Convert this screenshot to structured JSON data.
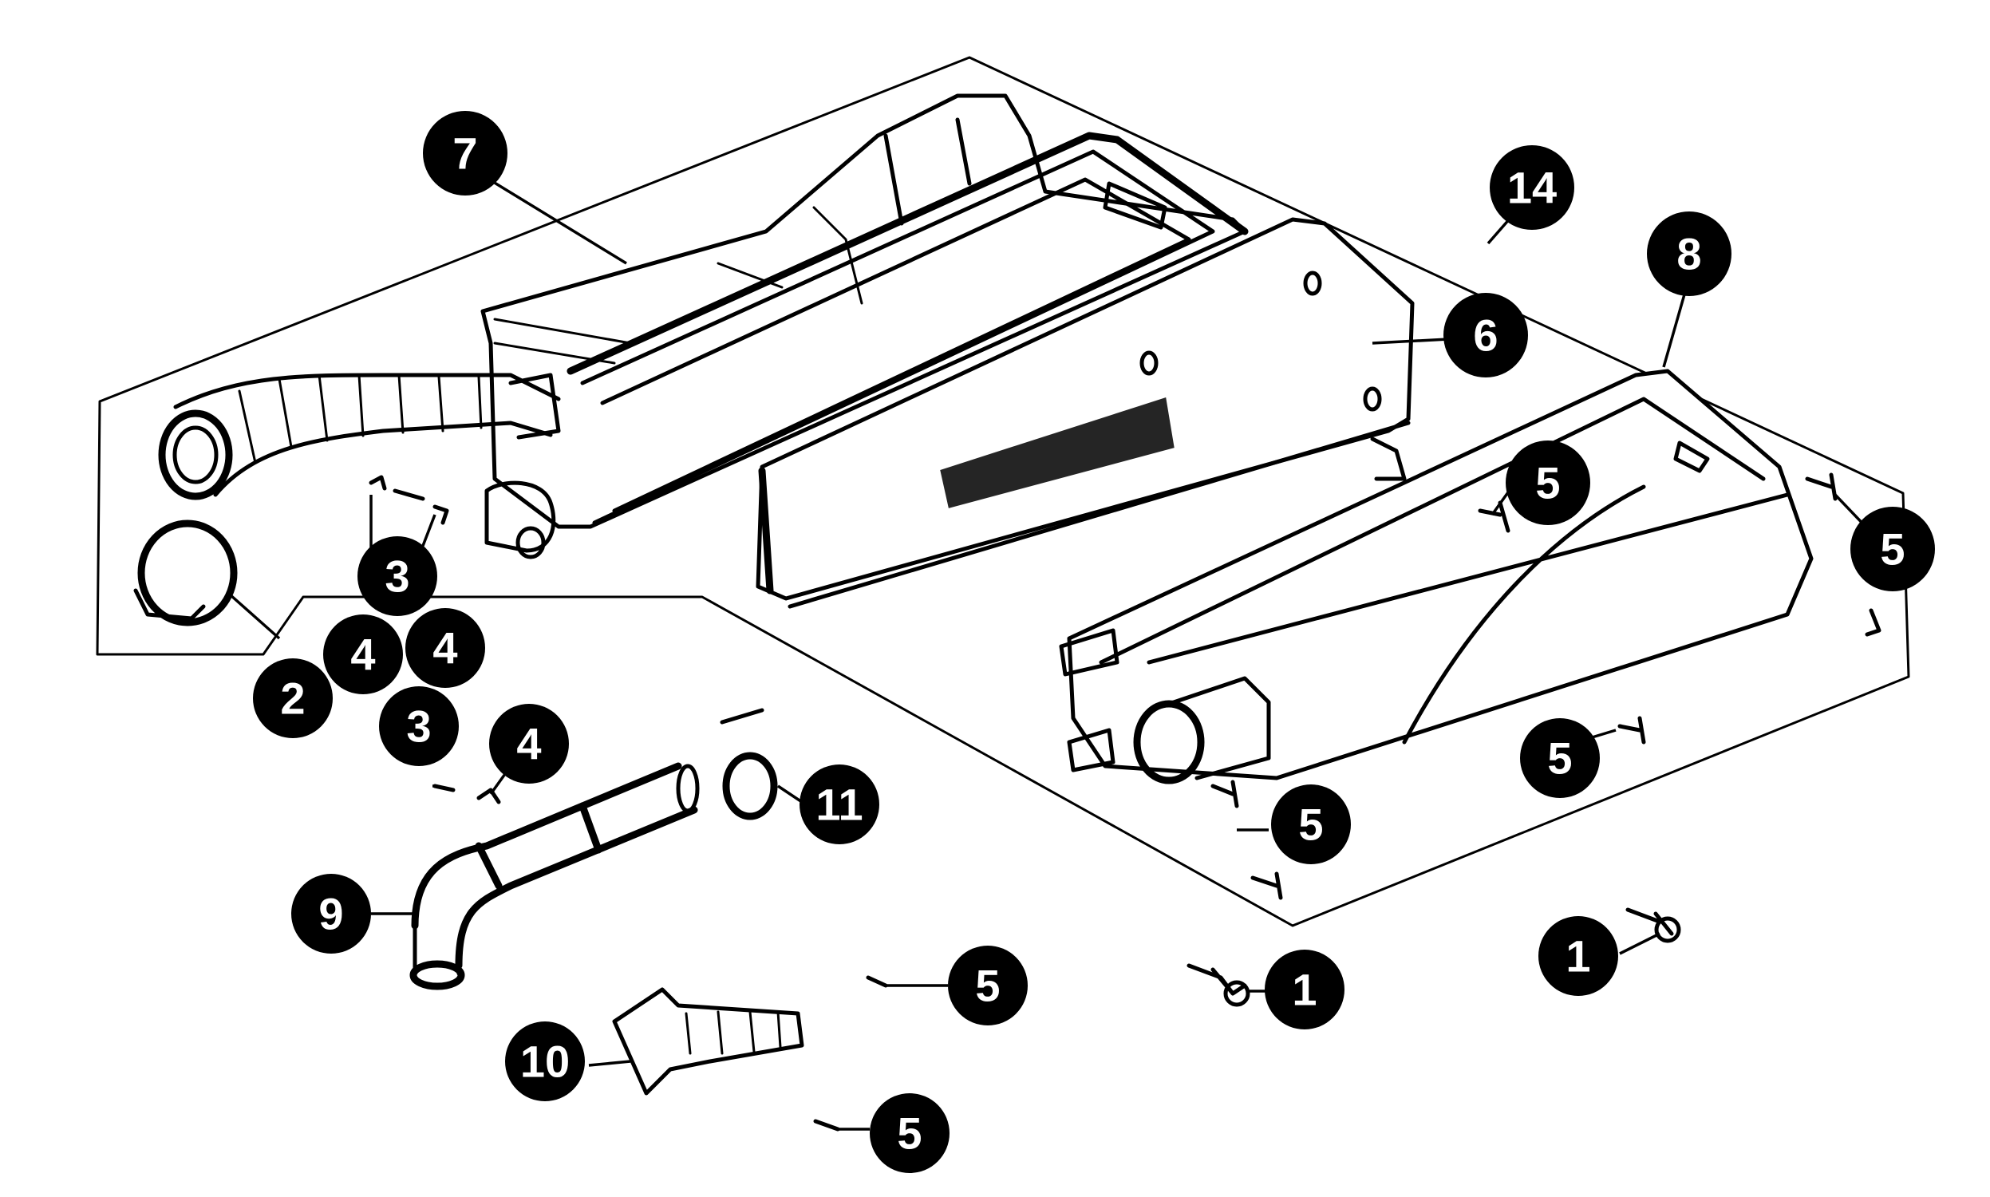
{
  "callouts": [
    {
      "label": "7"
    },
    {
      "label": "14"
    },
    {
      "label": "8"
    },
    {
      "label": "6"
    },
    {
      "label": "5"
    },
    {
      "label": "5"
    },
    {
      "label": "3"
    },
    {
      "label": "4"
    },
    {
      "label": "4"
    },
    {
      "label": "2"
    },
    {
      "label": "3"
    },
    {
      "label": "4"
    },
    {
      "label": "11"
    },
    {
      "label": "5"
    },
    {
      "label": "5"
    },
    {
      "label": "9"
    },
    {
      "label": "5"
    },
    {
      "label": "1"
    },
    {
      "label": "1"
    },
    {
      "label": "10"
    },
    {
      "label": "5"
    }
  ]
}
